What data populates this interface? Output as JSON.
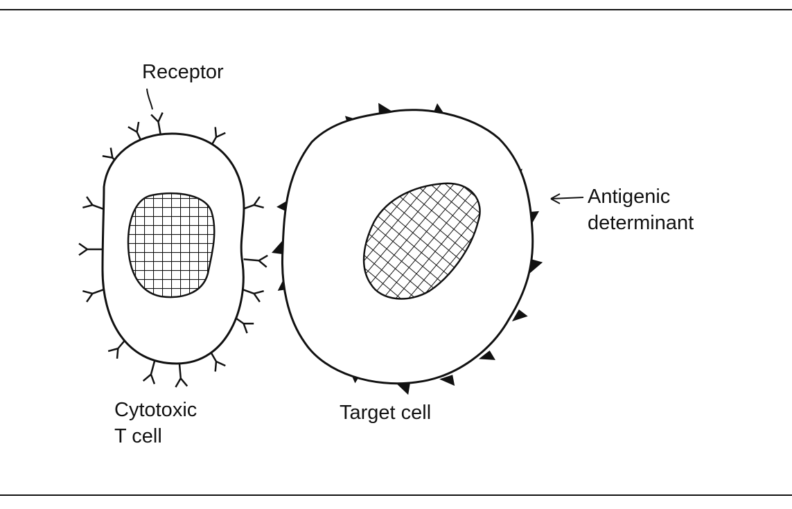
{
  "labels": {
    "receptor": "Receptor",
    "antigenic_line1": "Antigenic",
    "antigenic_line2": "determinant",
    "tcell_line1": "Cytotoxic",
    "tcell_line2": "T cell",
    "target": "Target cell"
  }
}
